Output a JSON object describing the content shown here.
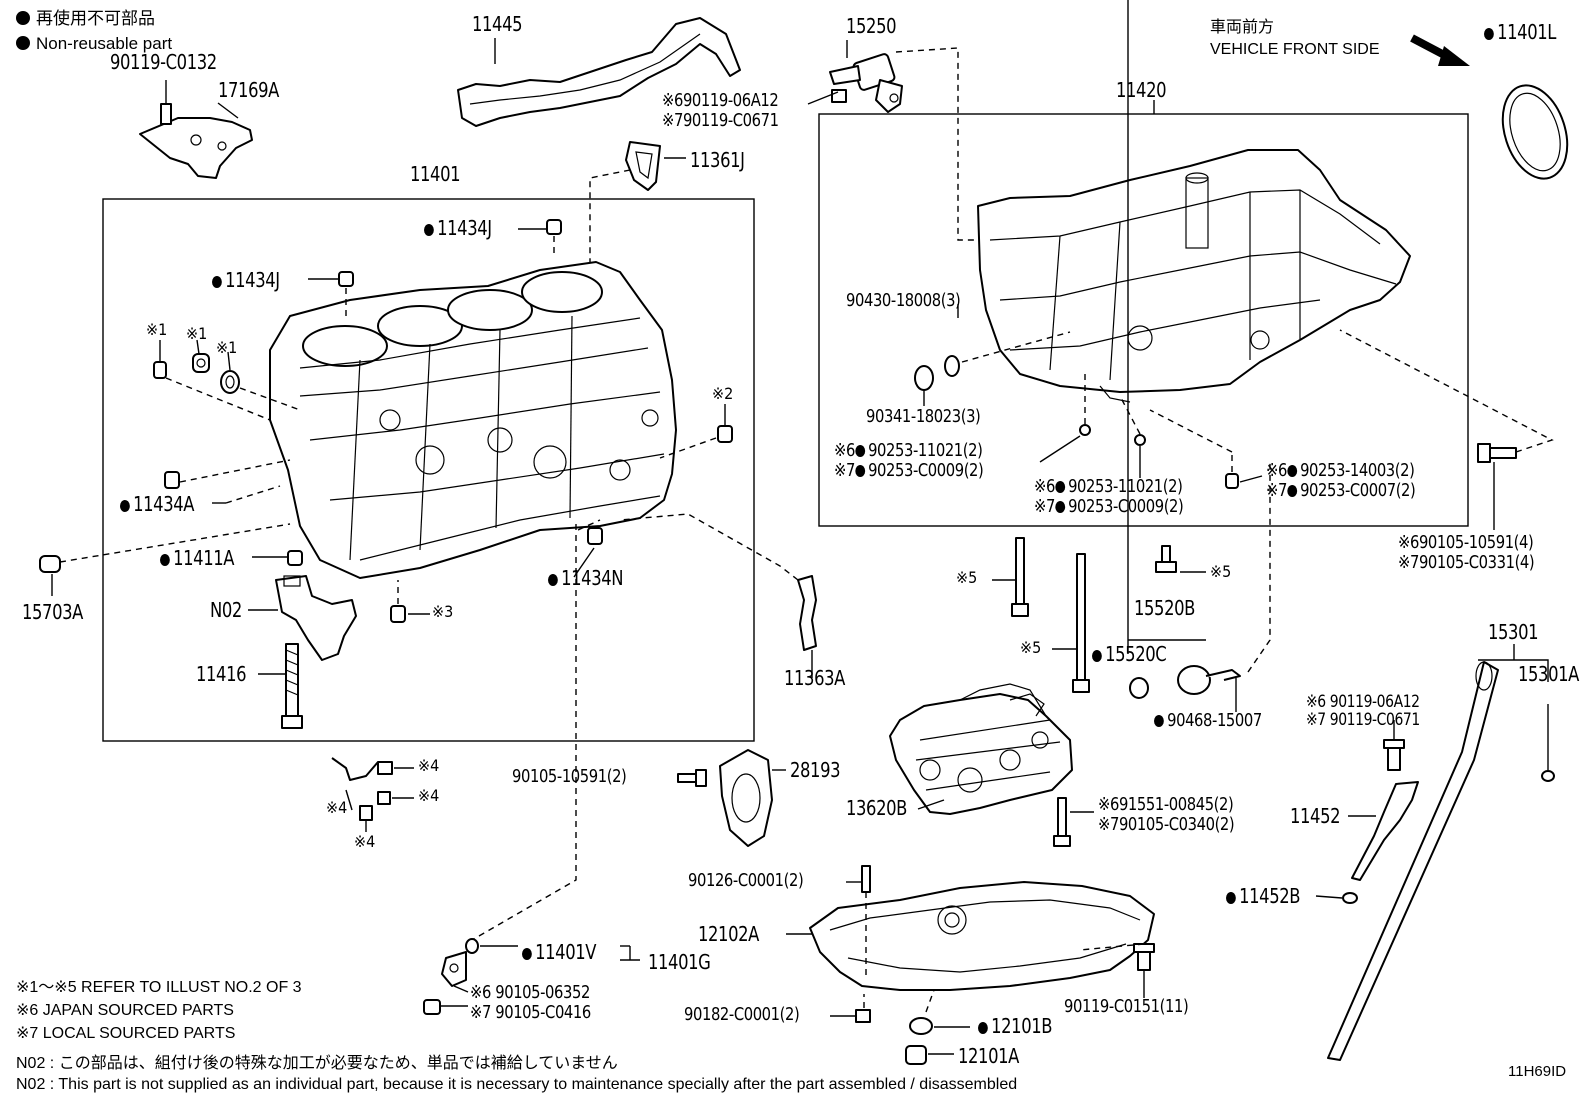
{
  "legend": {
    "ja": "再使用不可部品",
    "en": "Non-reusable part"
  },
  "orientation": {
    "ja": "車両前方",
    "en": "VEHICLE FRONT SIDE"
  },
  "labels": {
    "p90119_C0132": "90119-C0132",
    "p17169A": "17169A",
    "p11445": "11445",
    "p15250": "15250",
    "p90119_06A12_top": "※690119-06A12",
    "p90119_C0671_top": "※790119-C0671",
    "p11361J": "11361J",
    "p11401": "11401",
    "p11434J_a": "11434J",
    "p11434J_b": "11434J",
    "s1_a": "※1",
    "s1_b": "※1",
    "s1_c": "※1",
    "s2": "※2",
    "p11434A": "11434A",
    "p11411A": "11411A",
    "p11434N": "11434N",
    "p15703A": "15703A",
    "pN02": "N02",
    "s3": "※3",
    "p11416": "11416",
    "p11363A": "11363A",
    "p11420": "11420",
    "p90430": "90430-18008(3)",
    "p90341": "90341-18023(3)",
    "s6_90253_11021_a": "※6",
    "p90253_11021_a": "90253-11021(2)",
    "s7_90253_C0009_a": "※7",
    "p90253_C0009_a": "90253-C0009(2)",
    "s6_90253_11021_b": "※6",
    "p90253_11021_b": "90253-11021(2)",
    "s7_90253_C0009_b": "※7",
    "p90253_C0009_b": "90253-C0009(2)",
    "s6_90253_14003": "※6",
    "p90253_14003": "90253-14003(2)",
    "s7_90253_C0007": "※7",
    "p90253_C0007": "90253-C0007(2)",
    "p11401L": "11401L",
    "s6_90105_10591": "※6",
    "p90105_10591_4": "90105-10591(4)",
    "s7_90105_C0331": "※7",
    "p90105_C0331_4": "90105-C0331(4)",
    "s5_a": "※5",
    "s5_b": "※5",
    "s5_c": "※5",
    "p15520B": "15520B",
    "p15520C": "15520C",
    "p90468": "90468-15007",
    "p15301": "15301",
    "p15301A": "15301A",
    "s6_90119_06A12": "※6",
    "p90119_06A12": "90119-06A12",
    "s7_90119_C0671": "※7",
    "p90119_C0671": "90119-C0671",
    "p11452": "11452",
    "p11452B": "11452B",
    "s4_a": "※4",
    "s4_b": "※4",
    "s4_c": "※4",
    "s4_d": "※4",
    "p90105_10591_2": "90105-10591(2)",
    "p28193": "28193",
    "p13620B": "13620B",
    "s6_91551": "※6",
    "p91551": "91551-00845(2)",
    "s7_90105_C0340": "※7",
    "p90105_C0340": "90105-C0340(2)",
    "p90126": "90126-C0001(2)",
    "p12102A": "12102A",
    "p11401V": "11401V",
    "p11401G": "11401G",
    "s6_90105_06352": "※6",
    "p90105_06352": "90105-06352",
    "s7_90105_C0416": "※7",
    "p90105_C0416": "90105-C0416",
    "p90182": "90182-C0001(2)",
    "p12101B": "12101B",
    "p12101A": "12101A",
    "p90119_C0151": "90119-C0151(11)"
  },
  "notes": {
    "n1": "※1～※5  REFER TO ILLUST NO.2 OF 3",
    "n6": "※6 JAPAN SOURCED PARTS",
    "n7": "※7 LOCAL SOURCED PARTS",
    "n02_ja": "N02 : この部品は、組付け後の特殊な加工が必要なため、単品では補給していません",
    "n02_en": "N02 : This part is not supplied as an individual part, because it is necessary to maintenance specially after the part assembled / disassembled"
  },
  "illustration_id": "11H69ID"
}
